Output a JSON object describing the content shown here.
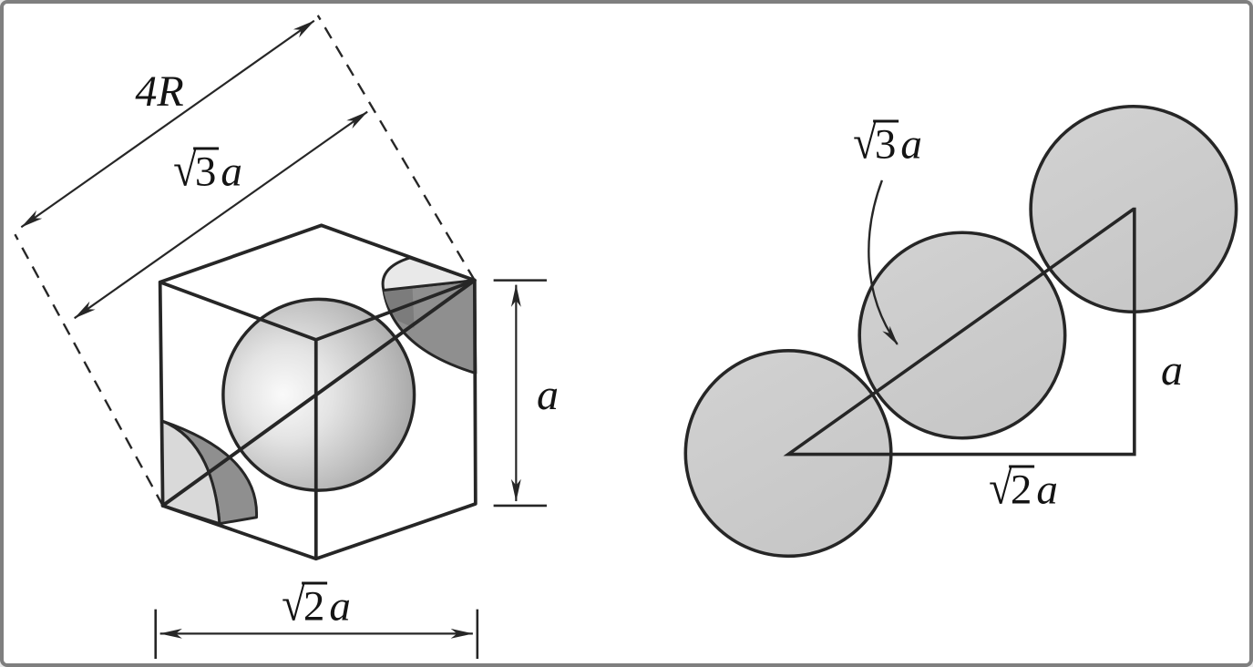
{
  "figure": {
    "kind": "crystal-structure-diagram",
    "left_diagram": {
      "name": "bcc-unit-cell",
      "description": "Body-centered cubic unit cell with central atom, corner atom octants and body diagonal",
      "labels": {
        "four_r": "4R",
        "sqrt3a": {
          "radical": "√",
          "radicand": "3",
          "suffix": "a"
        },
        "a": "a",
        "sqrt2a": {
          "radical": "√",
          "radicand": "2",
          "suffix": "a"
        }
      }
    },
    "right_diagram": {
      "name": "body-diagonal-triangle",
      "description": "Three tangent atom circles along the body diagonal forming a right triangle",
      "labels": {
        "sqrt3a": {
          "radical": "√",
          "radicand": "3",
          "suffix": "a"
        },
        "a": "a",
        "sqrt2a": {
          "radical": "√",
          "radicand": "2",
          "suffix": "a"
        }
      }
    }
  },
  "colors": {
    "background": "#ffffff",
    "frame": "#7f7f7f",
    "line": "#262626",
    "text": "#141414",
    "sphere_highlight": "#fafafa",
    "sphere_light": "#e4e4e4",
    "sphere_mid": "#bfbfbf",
    "sphere_edge": "#a1a1a1",
    "octant_light": "#e9e9e9",
    "octant_face": "#d9d9d9",
    "octant_dark": "#8f8f8f",
    "octant_darker": "#7c7c7c",
    "circle_fill_hi": "#d2d2d2",
    "circle_fill": "#c7c7c7"
  }
}
